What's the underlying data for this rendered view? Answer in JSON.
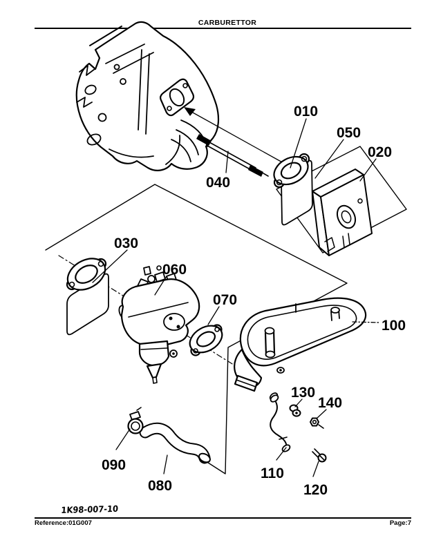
{
  "header": {
    "title": "CARBURETTOR"
  },
  "footer": {
    "stamp": "1K98-007-10",
    "reference": "Reference:01G007",
    "page": "Page:7"
  },
  "diagram": {
    "type": "exploded-parts-diagram",
    "callouts": [
      {
        "id": "010",
        "text": "010"
      },
      {
        "id": "050",
        "text": "050"
      },
      {
        "id": "020",
        "text": "020"
      },
      {
        "id": "040",
        "text": "040"
      },
      {
        "id": "030",
        "text": "030"
      },
      {
        "id": "060",
        "text": "060"
      },
      {
        "id": "070",
        "text": "070"
      },
      {
        "id": "100",
        "text": "100"
      },
      {
        "id": "130",
        "text": "130"
      },
      {
        "id": "140",
        "text": "140"
      },
      {
        "id": "090",
        "text": "090"
      },
      {
        "id": "080",
        "text": "080"
      },
      {
        "id": "110",
        "text": "110"
      },
      {
        "id": "120",
        "text": "120"
      }
    ]
  }
}
